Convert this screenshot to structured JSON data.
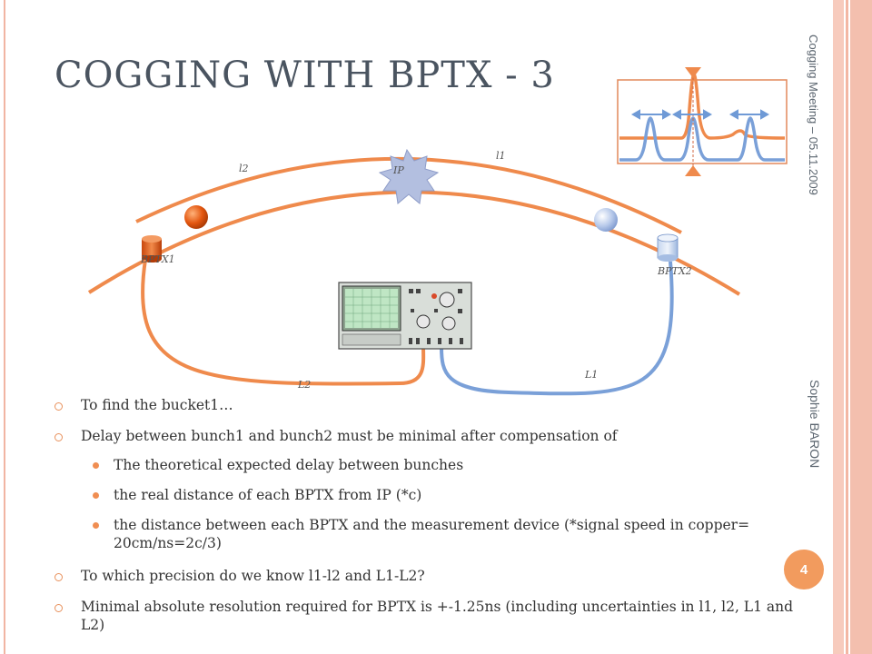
{
  "slide": {
    "title": "COGGING WITH BPTX - 3",
    "side_top": "Cogging Meeting – 05.11.2009",
    "side_bottom": "Sophie BARON",
    "page_number": "4"
  },
  "diagram": {
    "label_l2": "l2",
    "label_l1": "l1",
    "label_ip": "IP",
    "label_bptx1": "BPTX1",
    "label_bptx2": "BPTX2",
    "label_L2": "L2",
    "label_L1": "L1"
  },
  "bullets": {
    "b1": "To find the bucket1…",
    "b2": "Delay between bunch1 and bunch2 must be minimal after compensation of",
    "s1": "The theoretical expected delay between bunches",
    "s2": "the real distance of each BPTX from IP (*c)",
    "s3": "the distance between each BPTX and the measurement device (*signal speed in copper= 20cm/ns=2c/3)",
    "b3": "To which precision do we know l1-l2 and L1-L2?",
    "b4": "Minimal absolute resolution required for BPTX is +-1.25ns  (including uncertainties in l1, l2, L1 and L2)"
  },
  "colors": {
    "orange": "#ef8a4c",
    "blue": "#7aa0d8",
    "badge": "#f29b5e"
  }
}
